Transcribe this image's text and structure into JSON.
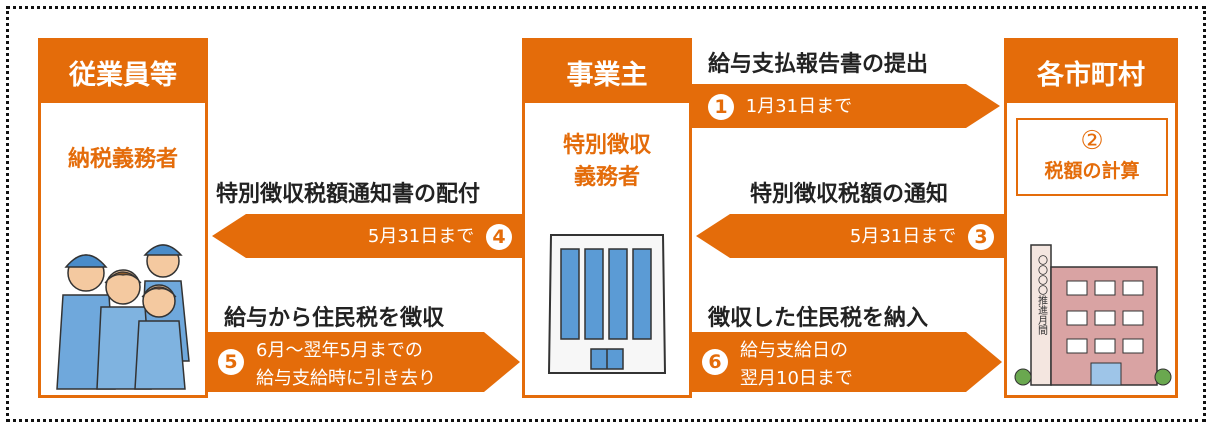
{
  "columns": {
    "employee": {
      "title": "従業員等",
      "role": "納税義務者"
    },
    "employer": {
      "title": "事業主",
      "role_line1": "特別徴収",
      "role_line2": "義務者"
    },
    "municipality": {
      "title": "各市町村"
    }
  },
  "calc": {
    "num": "②",
    "label": "税額の計算"
  },
  "flows": [
    {
      "num": "1",
      "caption": "給与支払報告書の提出",
      "line1": "1月31日まで"
    },
    {
      "num": "3",
      "caption": "特別徴収税額の通知",
      "line1": "5月31日まで"
    },
    {
      "num": "4",
      "caption": "特別徴収税額通知書の配付",
      "line1": "5月31日まで"
    },
    {
      "num": "5",
      "caption": "給与から住民税を徴収",
      "line1": "6月～翌年5月までの",
      "line2": "給与支給時に引き去り"
    },
    {
      "num": "6",
      "caption": "徴収した住民税を納入",
      "line1": "給与支給日の",
      "line2": "翌月10日まで"
    }
  ],
  "building_sign": "〇〇〇〇推進月間",
  "colors": {
    "accent": "#e46c0a",
    "text": "#222222",
    "border": "#111111"
  }
}
